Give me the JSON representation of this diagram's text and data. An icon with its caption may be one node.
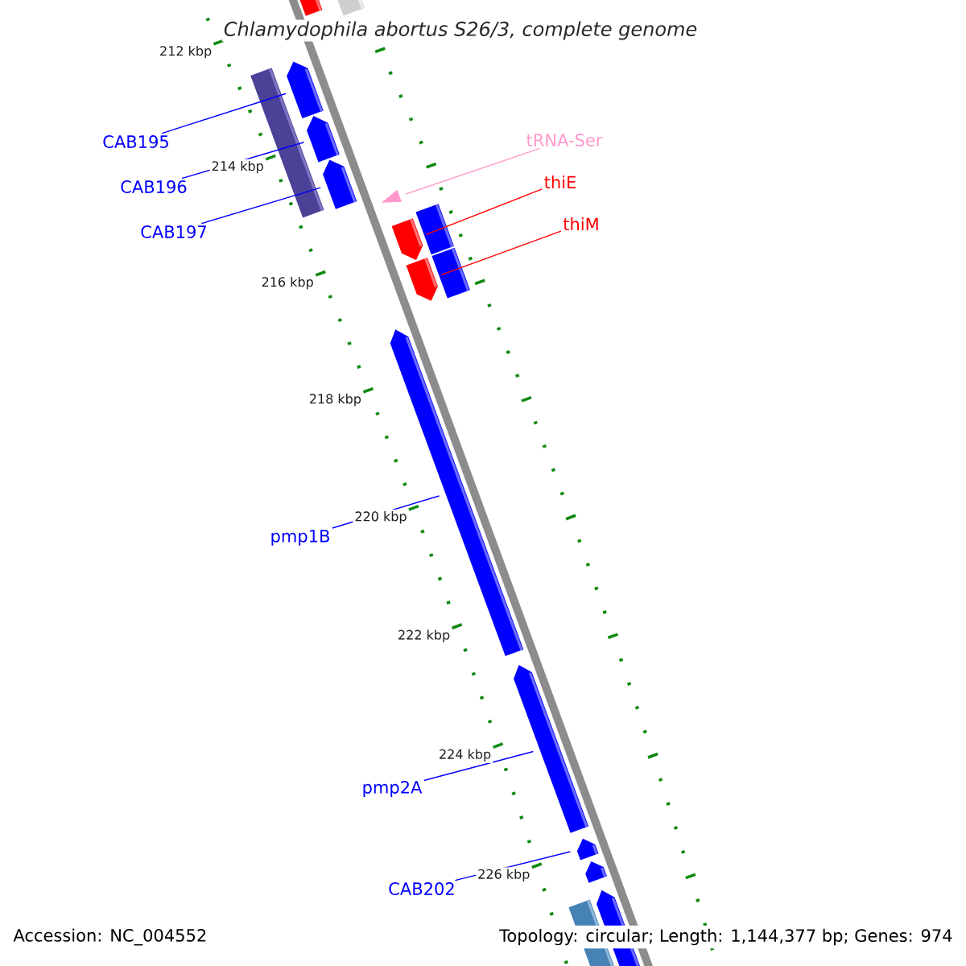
{
  "diagram": {
    "title": "Chlamydophila abortus S26/3, complete genome",
    "nodes": [
      {
        "text": [
          "CAB195"
        ]
      },
      {
        "text": [
          "CAB196"
        ]
      },
      {
        "text": [
          "CAB197"
        ]
      },
      {
        "text": [
          "tRNA-Ser"
        ]
      },
      {
        "text": [
          "thiE"
        ]
      },
      {
        "text": [
          "thiM"
        ]
      },
      {
        "text": [
          "pmp1B"
        ]
      },
      {
        "text": [
          "pmp2A"
        ]
      },
      {
        "text": [
          "CAB202"
        ]
      },
      {
        "text": [],
        "shape": "box"
      },
      {
        "text": [],
        "shape": "box"
      },
      {
        "text": [],
        "shape": "bar"
      },
      {
        "text": [],
        "shape": "box"
      },
      {
        "text": [],
        "shape": "box"
      },
      {
        "text": [],
        "shape": "box"
      },
      {
        "text": [],
        "shape": "triangle"
      },
      {
        "text": [],
        "shape": "box"
      },
      {
        "text": [],
        "shape": "box"
      },
      {
        "text": [],
        "shape": "bar"
      },
      {
        "text": [],
        "shape": "bar"
      },
      {
        "text": [],
        "shape": "box"
      },
      {
        "text": [],
        "shape": "box"
      },
      {
        "text": [],
        "shape": "box"
      },
      {
        "text": [],
        "shape": "box"
      },
      {
        "text": [],
        "shape": "box"
      },
      {
        "text": [],
        "shape": "bar"
      }
    ],
    "edges": [
      {
        "from": 0,
        "to": 12,
        "arrow": "none"
      },
      {
        "from": 1,
        "to": 13,
        "arrow": "none"
      },
      {
        "from": 2,
        "to": 14,
        "arrow": "none"
      },
      {
        "from": 3,
        "to": 15,
        "arrow": "none",
        "color": "#ff99cc"
      },
      {
        "from": 4,
        "to": 16,
        "arrow": "none",
        "color": "#ff0000"
      },
      {
        "from": 5,
        "to": 17,
        "arrow": "none",
        "color": "#ff0000"
      },
      {
        "from": 6,
        "to": 20,
        "arrow": "none"
      },
      {
        "from": 7,
        "to": 21,
        "arrow": "none"
      },
      {
        "from": 8,
        "to": 22,
        "arrow": "none"
      }
    ],
    "labels": [
      "212 kbp",
      "214 kbp",
      "216 kbp",
      "218 kbp",
      "220 kbp",
      "222 kbp",
      "224 kbp",
      "226 kbp",
      "Accession: NC_004552",
      "Topology: circular; Length: 1,144,377 bp; Genes: 974"
    ]
  }
}
